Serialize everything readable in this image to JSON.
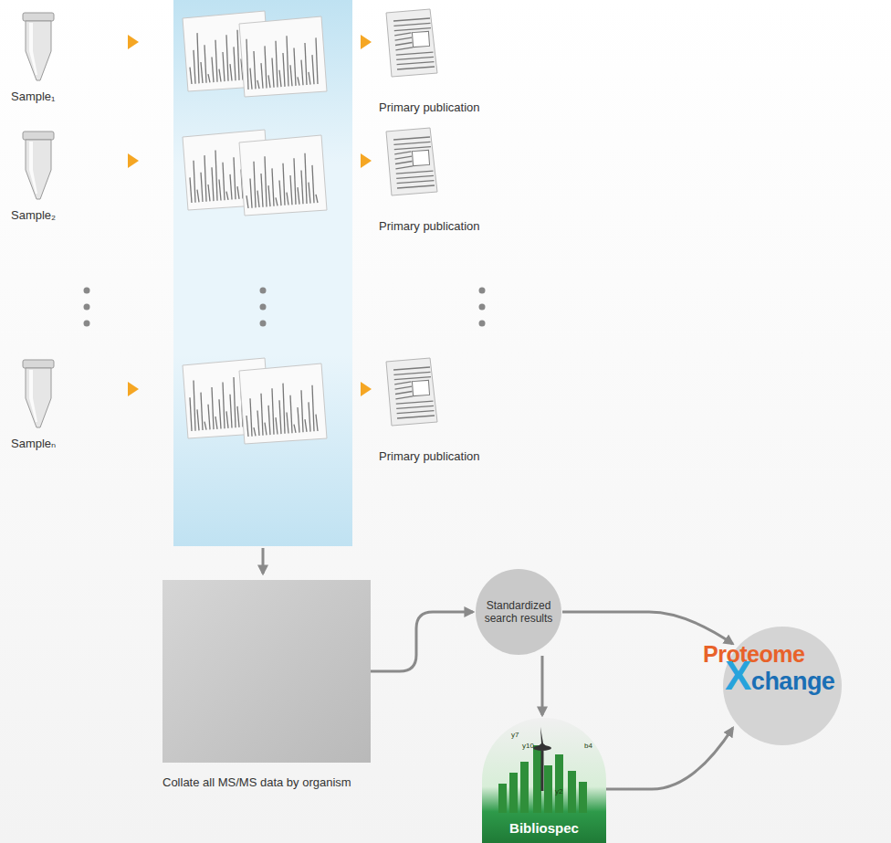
{
  "diagram": {
    "nodes": [
      {
        "text": [
          "Sample₁"
        ]
      },
      {
        "text": [
          "Primary publication"
        ]
      },
      {
        "text": [
          "Sample₂"
        ]
      },
      {
        "text": [
          "Primary publication"
        ]
      },
      {
        "text": [
          "Sampleₙ"
        ]
      },
      {
        "text": [
          "Primary publication"
        ]
      },
      {
        "text": [
          "Collate all MS/MS data by organism"
        ]
      },
      {
        "text": [
          "Standardized search results"
        ]
      },
      {
        "text": [
          "Proteome",
          "Xchange"
        ]
      },
      {
        "text": [
          "Bibliospec"
        ]
      }
    ],
    "edges": [
      {
        "from": 6,
        "to": 7,
        "arrow": "to"
      },
      {
        "from": 7,
        "to": 8,
        "arrow": "to"
      },
      {
        "from": 7,
        "to": 9,
        "arrow": "to"
      },
      {
        "from": 9,
        "to": 8,
        "arrow": "to"
      }
    ],
    "labels": [
      "y7",
      "y10",
      "b4",
      "y2"
    ]
  }
}
